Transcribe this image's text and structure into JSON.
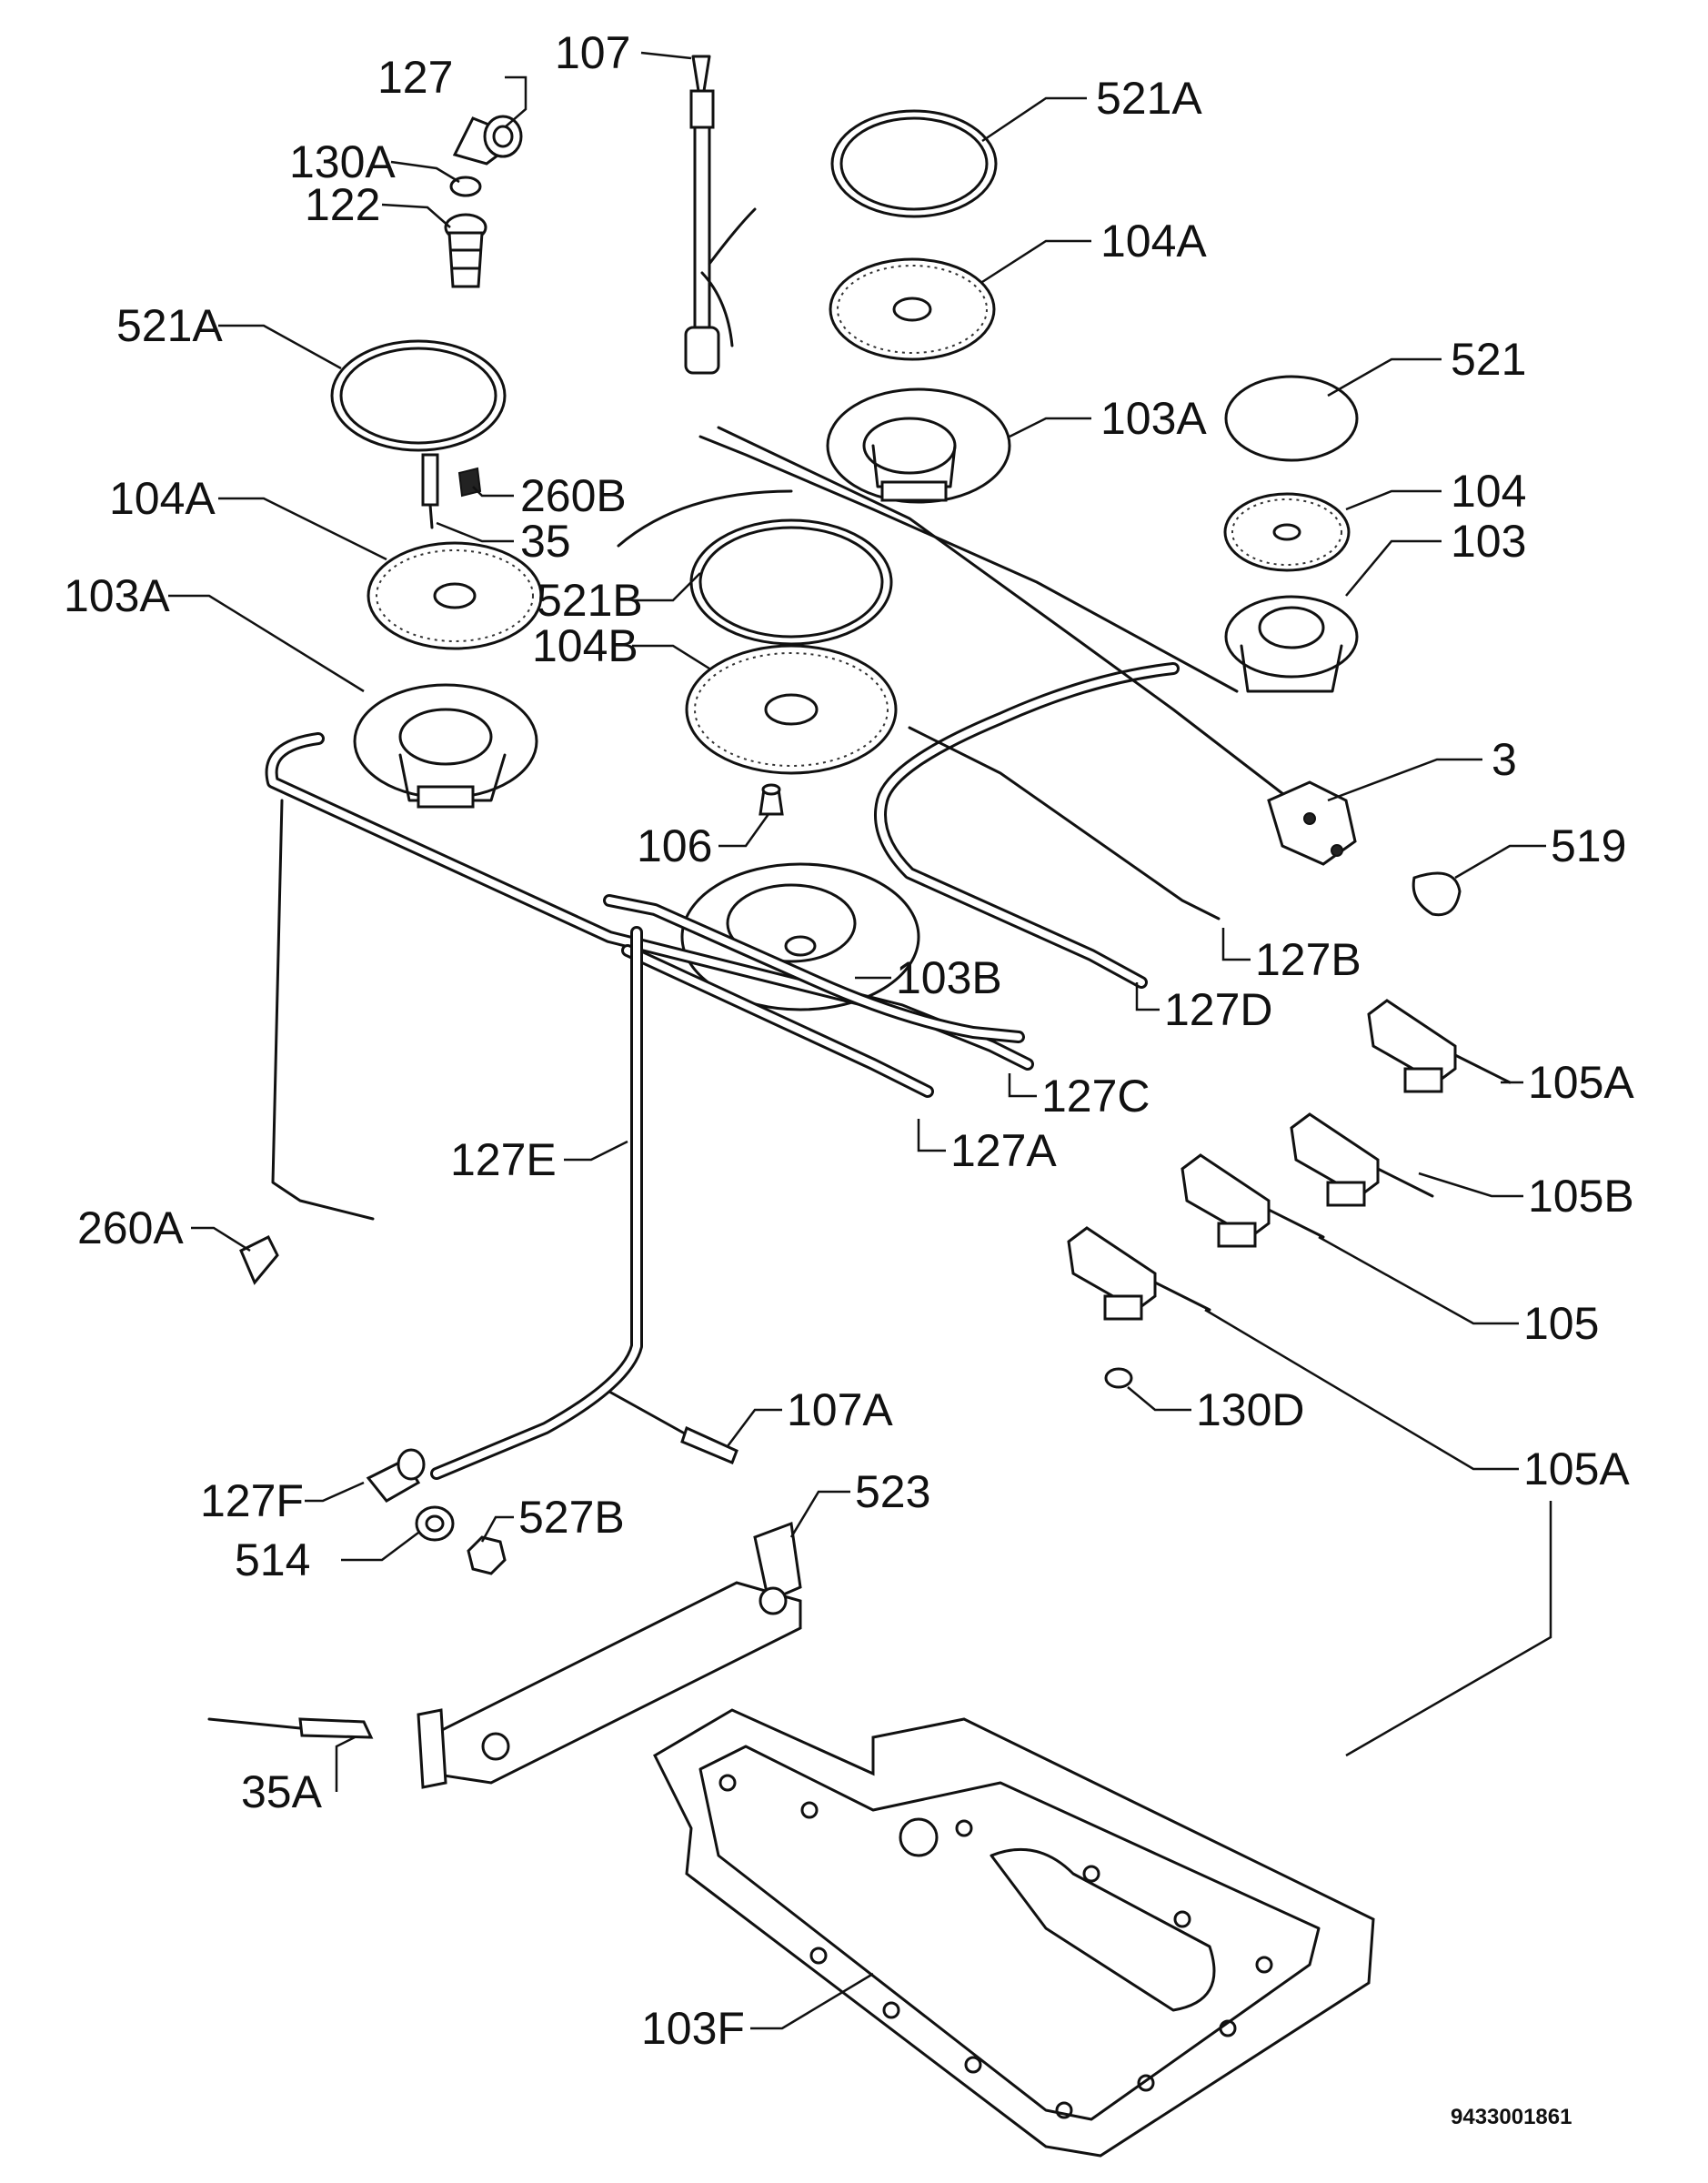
{
  "labels": {
    "l107": "107",
    "l127": "127",
    "l130a": "130A",
    "l122": "122",
    "l521a_top": "521A",
    "l104a_top": "104A",
    "l103a_top": "103A",
    "l521": "521",
    "l104": "104",
    "l103": "103",
    "l521a_left": "521A",
    "l260b": "260B",
    "l35": "35",
    "l104a_left": "104A",
    "l521b": "521B",
    "l104b": "104B",
    "l103a_left": "103A",
    "l3": "3",
    "l519": "519",
    "l106": "106",
    "l127b": "127B",
    "l103b": "103B",
    "l127d": "127D",
    "l105a_1": "105A",
    "l127c": "127C",
    "l127a": "127A",
    "l105b": "105B",
    "l127e": "127E",
    "l260a": "260A",
    "l105": "105",
    "l130d": "130D",
    "l107a": "107A",
    "l105a_2": "105A",
    "l523": "523",
    "l127f": "127F",
    "l527b": "527B",
    "l514": "514",
    "l35a": "35A",
    "l103f": "103F",
    "drawing_number": "9433001861"
  }
}
